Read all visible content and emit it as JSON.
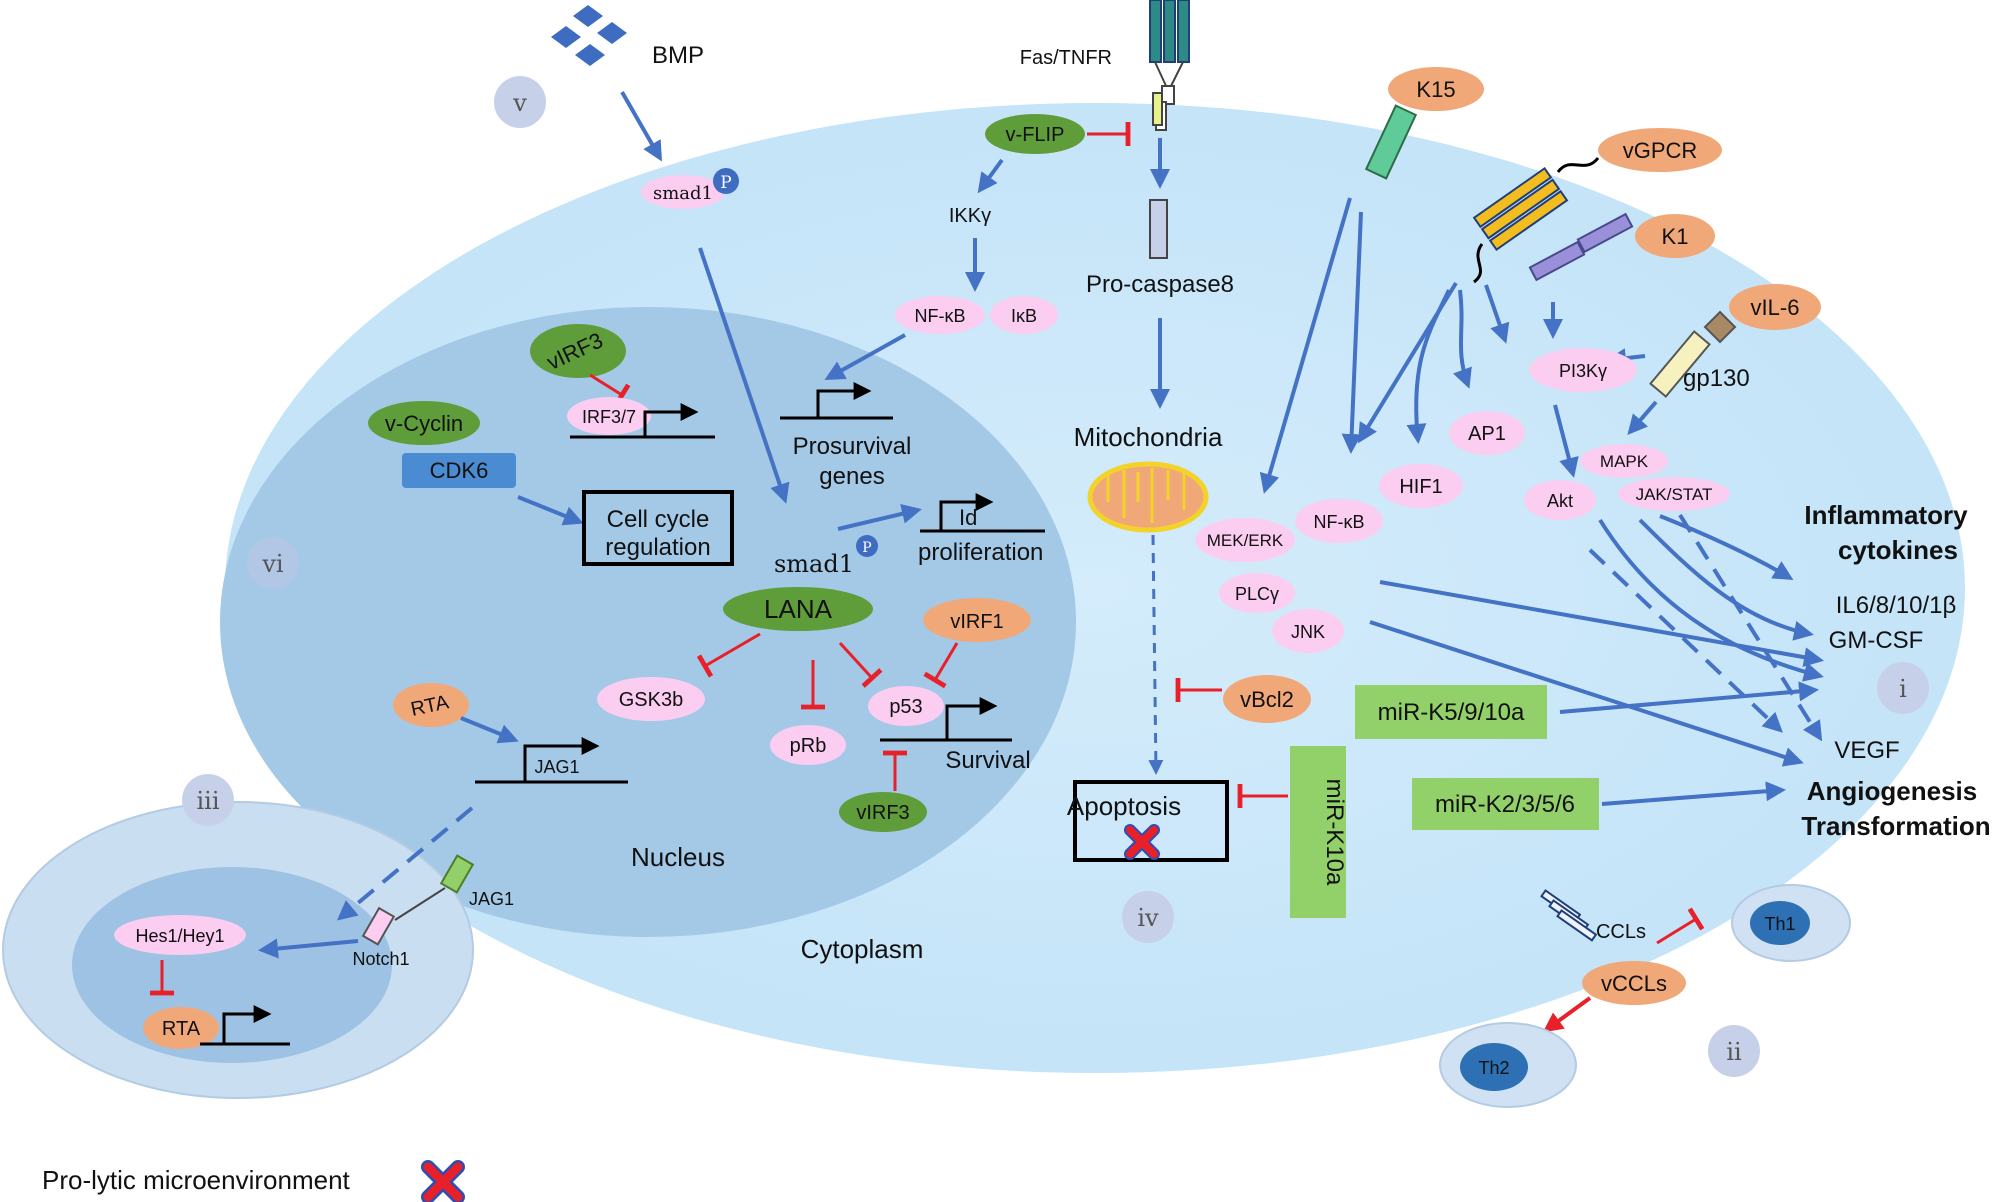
{
  "extracellular": {
    "bmp": "BMP",
    "fas_tnfr": "Fas/TNFR",
    "k15": "K15",
    "vgpcr": "vGPCR",
    "k1": "K1",
    "vil6": "vIL-6",
    "gp130": "gp130"
  },
  "compartments": {
    "nucleus": "Nucleus",
    "cytoplasm": "Cytoplasm",
    "prolytic": "Pro-lytic microenvironment"
  },
  "roman": {
    "i": "i",
    "ii": "ii",
    "iii": "iii",
    "iv": "iv",
    "v": "v",
    "vi": "vi"
  },
  "nucleus": {
    "virf3_top": "vIRF3",
    "irf37": "IRF3/7",
    "vcyclin": "v-Cyclin",
    "cdk6": "CDK6",
    "cell_cycle_1": "Cell cycle",
    "cell_cycle_2": "regulation",
    "prosurvival_1": "Prosurvival",
    "prosurvival_2": "genes",
    "smad1": "smad1",
    "p_mark": "P",
    "id": "Id",
    "proliferation": "proliferation",
    "lana": "LANA",
    "virf1": "vIRF1",
    "gsk3b": "GSK3b",
    "p53": "p53",
    "prb": "pRb",
    "survival": "Survival",
    "virf3_bottom": "vIRF3",
    "rta": "RTA",
    "jag1": "JAG1"
  },
  "cytoplasm": {
    "smad1": "smad1",
    "vflip": "v-FLIP",
    "ikkg": "IKKγ",
    "nfkb": "NF-κB",
    "ikb": "IκB",
    "procaspase8": "Pro-caspase8",
    "mitochondria": "Mitochondria",
    "apoptosis": "Apoptosis",
    "vbcl2": "vBcl2",
    "mirk10a": "miR-K10a",
    "pi3kg": "PI3Kγ",
    "ap1": "AP1",
    "hif1": "HIF1",
    "mapk": "MAPK",
    "akt": "Akt",
    "jakstat": "JAK/STAT",
    "mekerk": "MEK/ERK",
    "nfkb2": "NF-κB",
    "plcg": "PLCγ",
    "jnk": "JNK",
    "mirk5910a": "miR-K5/9/10a",
    "mirk2356": "miR-K2/3/5/6"
  },
  "outcomes": {
    "inflam_1": "Inflammatory",
    "inflam_2": "cytokines",
    "il": "IL6/8/10/1β",
    "gmcsf": "GM-CSF",
    "vegf": "VEGF",
    "angio": "Angiogenesis",
    "transform": "Transformation"
  },
  "immune": {
    "ccls": "CCLs",
    "vccls": "vCCLs",
    "th1": "Th1",
    "th2": "Th2"
  },
  "neighbor": {
    "hes1hey1": "Hes1/Hey1",
    "rta": "RTA",
    "notch1": "Notch1",
    "jag1": "JAG1"
  },
  "colors": {
    "cell": "#cde9fa",
    "nucleus": "#a3c9e7",
    "pink": "#fbcdf1",
    "orange": "#f1a878",
    "green": "#5f9d3a",
    "lightgreen": "#92d06a",
    "blue_arrow": "#4472c4",
    "inhibit": "#e8202a",
    "roman_circle": "#c6d0e9"
  }
}
